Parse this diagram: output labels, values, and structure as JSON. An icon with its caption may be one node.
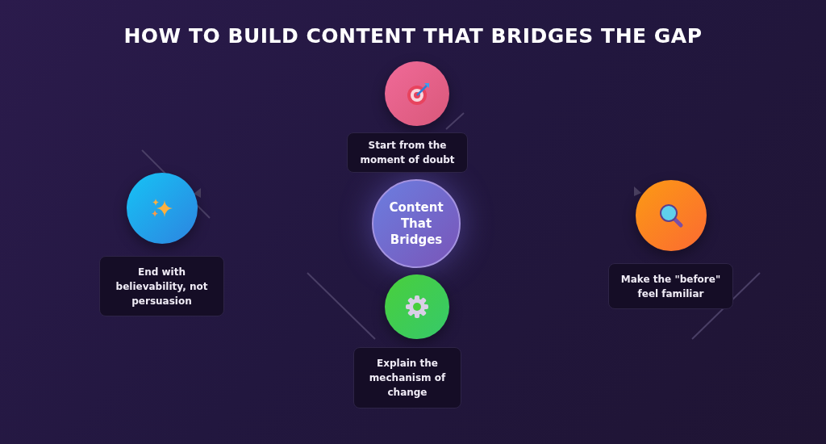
{
  "diagram": {
    "title": "HOW TO BUILD CONTENT THAT BRIDGES THE GAP",
    "nodes": [
      {
        "text": [],
        "shape": "circle"
      },
      {
        "text": [
          "Start from the moment of doubt"
        ]
      },
      {
        "text": [
          "Content That Bridges"
        ]
      },
      {
        "text": [],
        "shape": "circle"
      },
      {
        "text": [
          "End with believability, not persuasion"
        ]
      },
      {
        "text": [],
        "shape": "circle"
      },
      {
        "text": [
          "Make the \"before\" feel familiar"
        ]
      },
      {
        "text": [],
        "shape": "circle"
      },
      {
        "text": [
          "Explain the mechanism of change"
        ]
      }
    ]
  }
}
